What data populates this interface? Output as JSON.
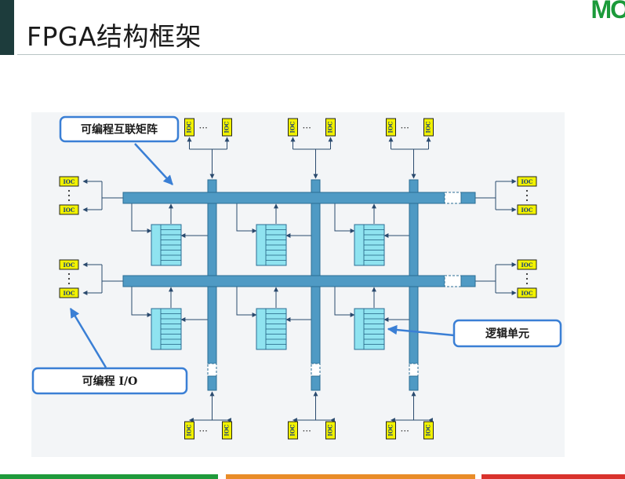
{
  "slide": {
    "title": "FPGA结构框架",
    "logo": "MO"
  },
  "diagram": {
    "callouts": {
      "interconnect": "可编程互联矩阵",
      "logic_cell": "逻辑单元",
      "io": "可编程 I/O"
    },
    "io_label": "IOC",
    "colors": {
      "bus": "#4f9ac4",
      "bus_stroke": "#2b6d94",
      "logic_block": "#8fe3f0",
      "io_block": "#f2f200",
      "callout_border": "#3a7fd5",
      "arrow": "#2a4a6e"
    }
  }
}
